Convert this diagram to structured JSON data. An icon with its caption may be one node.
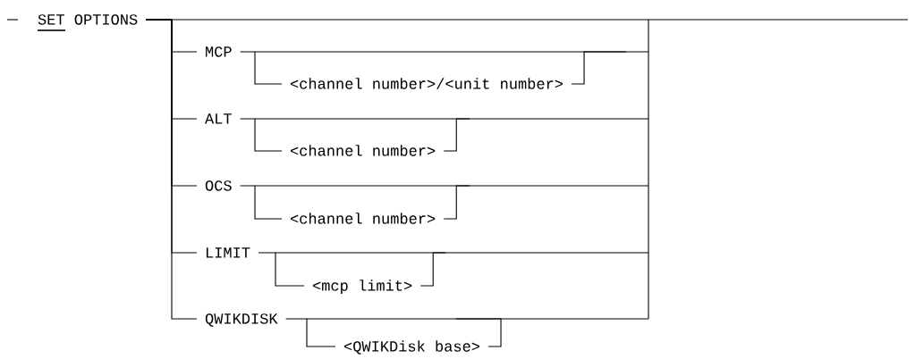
{
  "diagram": {
    "nodes": [
      {
        "text": [
          "SET OPTIONS"
        ]
      },
      {
        "text": [
          "MCP"
        ]
      },
      {
        "text": [
          "ALT"
        ]
      },
      {
        "text": [
          "OCS"
        ]
      },
      {
        "text": [
          "LIMIT"
        ]
      },
      {
        "text": [
          "QWIKDISK"
        ]
      },
      {
        "text": [
          "<channel number>/<unit number>"
        ]
      },
      {
        "text": [
          "<channel number>"
        ]
      },
      {
        "text": [
          "<channel number>"
        ]
      },
      {
        "text": [
          "<mcp limit>"
        ]
      },
      {
        "text": [
          "<QWIKDisk base>"
        ]
      }
    ],
    "edges": [
      {
        "from": 0,
        "to": 1,
        "arrow": "none"
      },
      {
        "from": 0,
        "to": 2,
        "arrow": "none"
      },
      {
        "from": 0,
        "to": 3,
        "arrow": "none"
      },
      {
        "from": 0,
        "to": 4,
        "arrow": "none"
      },
      {
        "from": 0,
        "to": 5,
        "arrow": "none"
      },
      {
        "from": 1,
        "to": 6,
        "arrow": "none"
      },
      {
        "from": 2,
        "to": 7,
        "arrow": "none"
      },
      {
        "from": 3,
        "to": 8,
        "arrow": "none"
      },
      {
        "from": 4,
        "to": 9,
        "arrow": "none"
      },
      {
        "from": 5,
        "to": 10,
        "arrow": "none"
      }
    ]
  }
}
